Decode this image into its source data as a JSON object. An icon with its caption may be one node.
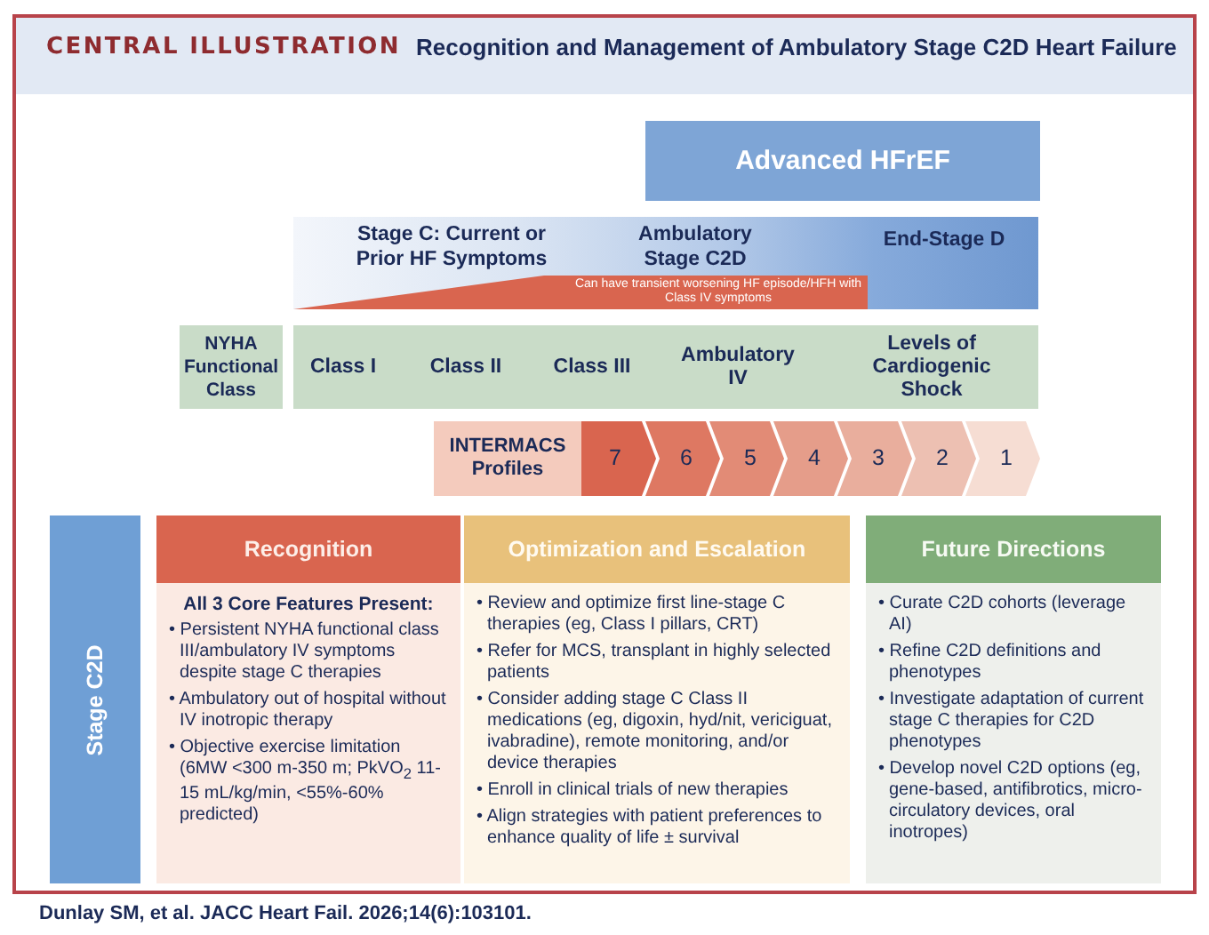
{
  "diagram": {
    "title": "Recognition and Management of Ambulatory Stage C2D Heart Failure",
    "caption": "Dunlay SM, et al. JACC Heart Fail. 2026;14(6):103101.",
    "nodes": [
      {
        "text": [
          "Advanced HFrEF"
        ]
      },
      {
        "text": [
          "Stage C: Current or Prior HF Symptoms",
          "Ambulatory Stage C2D",
          "End-Stage D"
        ]
      },
      {
        "text": [
          "Can have transient worsening HF episode/HFH with Class IV symptoms"
        ],
        "in": 1
      },
      {
        "text": [
          "NYHA Functional Class"
        ]
      },
      {
        "text": [
          "Class I",
          "Class II",
          "Class III",
          "Ambulatory IV",
          "Levels of Cardiogenic Shock"
        ]
      },
      {
        "text": [
          "INTERMACS Profiles"
        ]
      },
      {
        "text": [
          "7"
        ]
      },
      {
        "text": [
          "6"
        ]
      },
      {
        "text": [
          "5"
        ]
      },
      {
        "text": [
          "4"
        ]
      },
      {
        "text": [
          "3"
        ]
      },
      {
        "text": [
          "2"
        ]
      },
      {
        "text": [
          "1"
        ]
      },
      {
        "text": [
          "Stage C2D"
        ]
      },
      {
        "text": [
          "Recognition",
          "All 3 Core Features Present:",
          "• Persistent NYHA functional class III/ambulatory IV symptoms despite stage C therapies",
          "• Ambulatory out of hospital without IV inotropic therapy",
          "• Objective exercise limitation (6MW <300 m-350 m; PkVO$_{2}$ 11-15 mL/kg/min, <55%-60% predicted)"
        ]
      },
      {
        "text": [
          "Optimization and Escalation",
          "• Review and optimize first line-stage C therapies (eg, Class I pillars, CRT)",
          "• Refer for MCS, transplant in highly selected patients",
          "• Consider adding stage C Class II medications (eg, digoxin, hyd/nit, vericiguat, ivabradine), remote monitoring, and/or device therapies",
          "• Enroll in clinical trials of new therapies",
          "• Align strategies with patient preferences to enhance quality of life ± survival"
        ]
      },
      {
        "text": [
          "Future Directions",
          "• Curate C2D cohorts (leverage AI)",
          "• Refine C2D definitions and phenotypes",
          "• Investigate adaptation of current stage C therapies for C2D phenotypes",
          "• Develop novel C2D options (eg, gene-based, antifibrotics, micro-circulatory devices, oral inotropes)"
        ]
      }
    ],
    "labels": [
      "CENTRAL ILLUSTRATION"
    ]
  }
}
